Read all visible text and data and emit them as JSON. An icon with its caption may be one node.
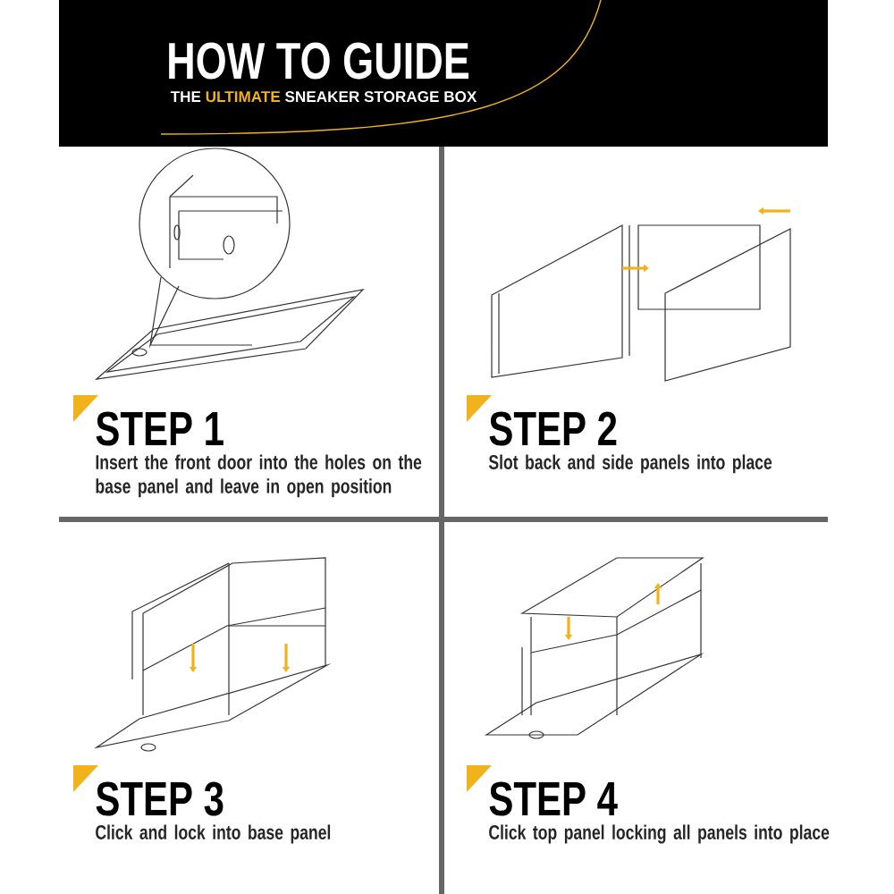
{
  "diagram": {
    "title": "HOW TO GUIDE",
    "labels": [
      "THE",
      "ULTIMATE",
      "SNEAKER STORAGE BOX",
      "STEP 1",
      "Insert the front door into the holes on the base panel and leave in open position",
      "STEP 2",
      "Slot back and side panels into place",
      "STEP 3",
      "Click and lock into base panel",
      "STEP 4",
      "Click top panel locking all panels into place"
    ]
  }
}
